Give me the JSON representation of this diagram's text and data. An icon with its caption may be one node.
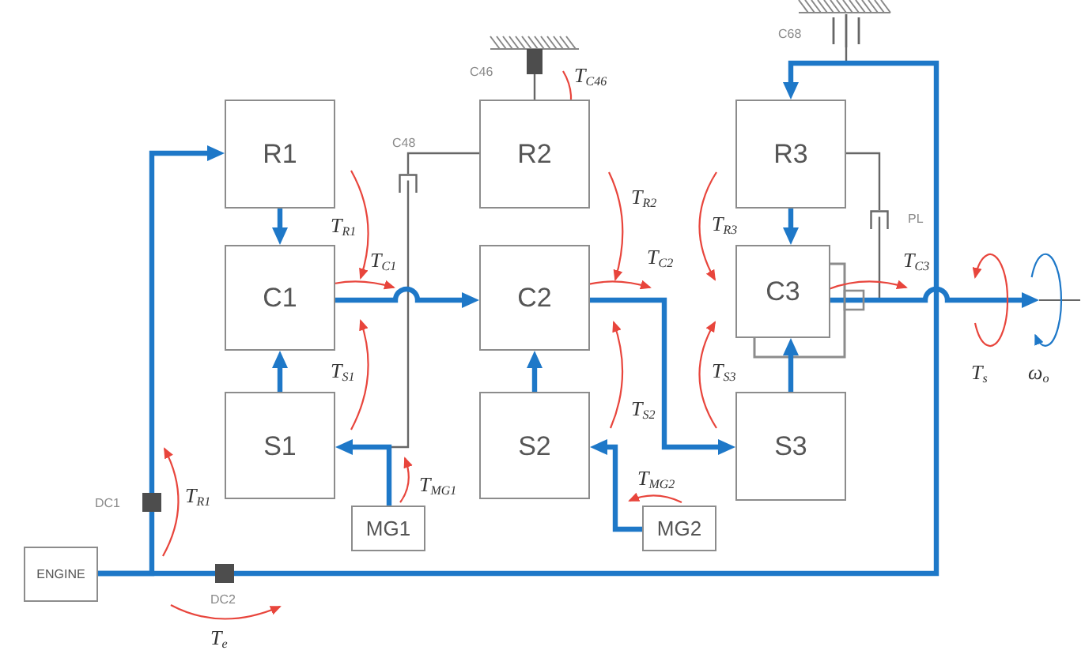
{
  "diagram": {
    "nodes": [
      {
        "text": [
          "R1"
        ]
      },
      {
        "text": [
          "R2"
        ]
      },
      {
        "text": [
          "R3"
        ]
      },
      {
        "text": [
          "C1"
        ]
      },
      {
        "text": [
          "C2"
        ]
      },
      {
        "text": [
          "C3"
        ]
      },
      {
        "text": [
          "S1"
        ]
      },
      {
        "text": [
          "S2"
        ]
      },
      {
        "text": [
          "S3"
        ]
      },
      {
        "text": [
          "MG1"
        ]
      },
      {
        "text": [
          "MG2"
        ]
      },
      {
        "text": [
          "ENGINE"
        ]
      },
      {
        "text": [],
        "shape": "box",
        "beside": [
          "C46"
        ]
      },
      {
        "text": [],
        "shape": "bracket",
        "beside": [
          "C48"
        ]
      },
      {
        "text": [],
        "shape": "plates",
        "beside": [
          "C68"
        ]
      },
      {
        "text": [],
        "shape": "bracket",
        "beside": [
          "PL"
        ]
      },
      {
        "text": [],
        "shape": "box",
        "beside": [
          "DC1"
        ]
      },
      {
        "text": [],
        "shape": "box",
        "beside": [
          "DC2"
        ]
      }
    ],
    "edges": [
      {
        "from": 16,
        "to": 0,
        "arrow": "to"
      },
      {
        "from": 0,
        "to": 3,
        "arrow": "to"
      },
      {
        "from": 6,
        "to": 3,
        "arrow": "to"
      },
      {
        "from": 3,
        "to": 4,
        "arrow": "to"
      },
      {
        "from": 7,
        "to": 4,
        "arrow": "to"
      },
      {
        "from": 9,
        "to": 6,
        "arrow": "to"
      },
      {
        "from": 10,
        "to": 7,
        "arrow": "to"
      },
      {
        "from": 4,
        "to": 8,
        "arrow": "to"
      },
      {
        "from": 2,
        "to": 5,
        "arrow": "to"
      },
      {
        "from": 8,
        "to": 5,
        "arrow": "to"
      },
      {
        "from": 5,
        "to": null,
        "arrow": "to"
      },
      {
        "from": 11,
        "to": 16,
        "arrow": "none"
      },
      {
        "from": 11,
        "to": 17,
        "arrow": "none"
      },
      {
        "from": 17,
        "to": 2,
        "arrow": "to"
      },
      {
        "from": 12,
        "to": 1,
        "arrow": "none",
        "color": "#666666"
      },
      {
        "from": 1,
        "to": 13,
        "arrow": "none",
        "color": "#666666"
      },
      {
        "from": 13,
        "to": null,
        "arrow": "none",
        "color": "#666666"
      },
      {
        "from": 14,
        "to": null,
        "arrow": "none",
        "color": "#666666"
      },
      {
        "from": 2,
        "to": 15,
        "arrow": "none",
        "color": "#666666"
      },
      {
        "from": 15,
        "to": 5,
        "arrow": "none",
        "color": "#666666"
      }
    ],
    "labels": [
      "T$_{C46}$",
      "T$_{R2}$",
      "T$_{R1}$",
      "T$_{R3}$",
      "T$_{C1}$",
      "T$_{C2}$",
      "T$_{C3}$",
      "T$_{S1}$",
      "T$_{S3}$",
      "T$_{s}$",
      "ω$_{o}$",
      "T$_{S2}$",
      "T$_{R1}$",
      "T$_{MG1}$",
      "T$_{MG2}$",
      "T$_{e}$"
    ]
  }
}
